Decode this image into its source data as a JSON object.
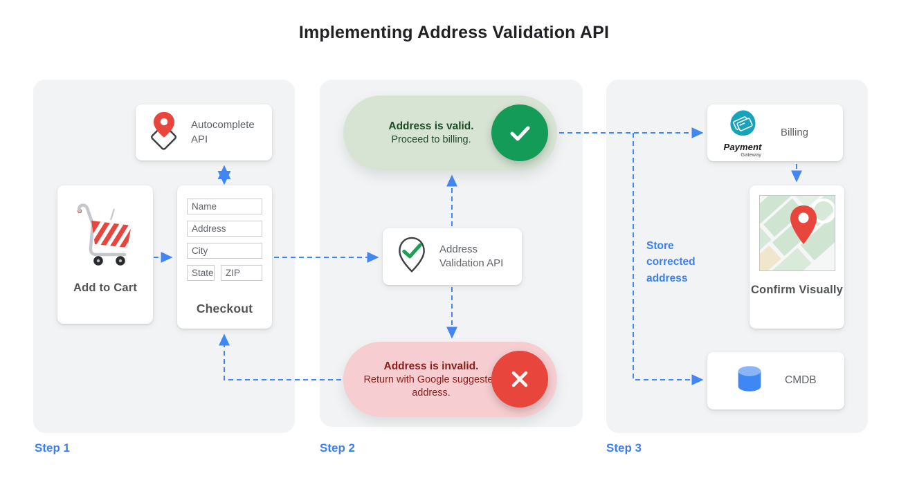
{
  "title": "Implementing Address Validation API",
  "colors": {
    "accent_blue": "#4285f4",
    "panel_bg": "#f1f3f4",
    "valid_pill_bg": "#d7e4d4",
    "valid_text": "#1d4b26",
    "valid_circle": "#149b57",
    "invalid_pill_bg": "#f6ced1",
    "invalid_text": "#8c1d18",
    "invalid_circle": "#e8453c",
    "card_bg": "#ffffff",
    "muted_text": "#5f6368"
  },
  "icons": {
    "autocomplete": "map-pin-over-diamond-icon",
    "add_to_cart": "shopping-cart-icon",
    "validation": "pin-with-check-icon",
    "valid": "check-icon",
    "invalid": "x-icon",
    "billing": "payment-gateway-logo",
    "confirm": "map-thumbnail",
    "cmdb": "database-cylinder-icon"
  },
  "panels": {
    "step1": {
      "label": "Step 1",
      "autocomplete_card": {
        "label": "Autocomplete API"
      },
      "add_to_cart_card": {
        "label": "Add to Cart"
      },
      "checkout_card": {
        "label": "Checkout",
        "fields": [
          "Name",
          "Address",
          "City",
          "State",
          "ZIP"
        ]
      }
    },
    "step2": {
      "label": "Step 2",
      "valid_pill": {
        "title": "Address is valid.",
        "subtitle": "Proceed to billing."
      },
      "validation_card": {
        "label": "Address Validation API"
      },
      "invalid_pill": {
        "title": "Address is invalid.",
        "subtitle": "Return with Google suggested address."
      }
    },
    "step3": {
      "label": "Step 3",
      "billing_card": {
        "label": "Billing",
        "logo_title": "Payment",
        "logo_subtitle": "Gateway"
      },
      "store_note": "Store corrected address",
      "confirm_card": {
        "label": "Confirm Visually"
      },
      "cmdb_card": {
        "label": "CMDB"
      }
    }
  }
}
